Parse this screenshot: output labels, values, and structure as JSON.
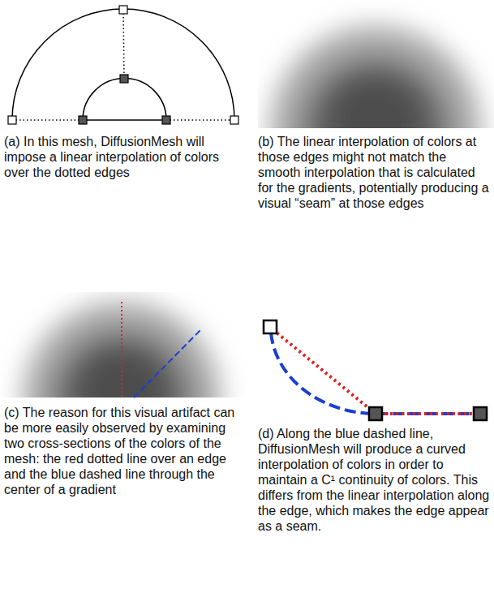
{
  "diagram": {
    "labels": [
      "(a) In this mesh, DiffusionMesh will impose a linear interpolation of colors over the dotted edges",
      "(b) The linear interpolation of colors at those edges might not match the smooth interpolation that is calculated for the gradients, potentially producing a visual “seam” at those edges",
      "(c) The reason for this visual artifact can be more easily observed by examining two cross-sections of the colors of the mesh: the red dotted line over an edge and the blue dashed line through the center of a gradient",
      "(d) Along the blue dashed line, DiffusionMesh will produce a curved interpolation of colors in order to maintain a C¹ continuity of colors. This differs from the linear interpolation along the edge, which makes the edge appear as a seam."
    ]
  }
}
